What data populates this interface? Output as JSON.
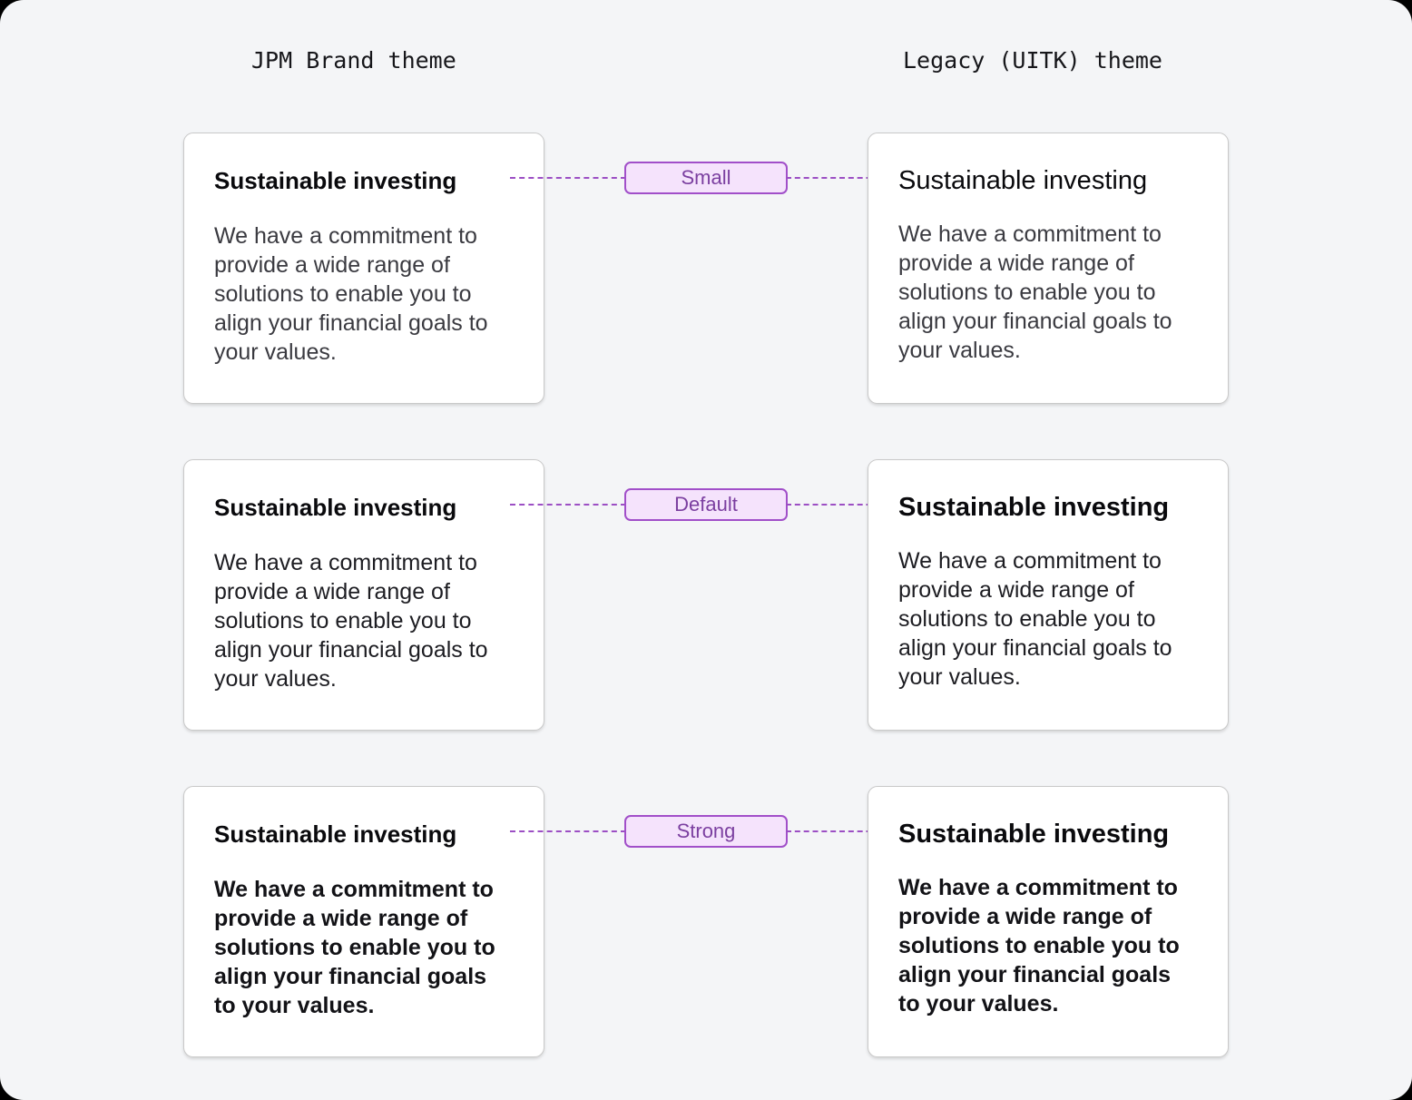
{
  "page": {
    "background_color": "#F4F5F7",
    "accent_color": "#A14FC9",
    "badge_fill_color": "#F5E3FC",
    "badge_text_color": "#7B3FA0",
    "connector_color": "#9C4FC4",
    "card_background_color": "#FFFFFF",
    "card_border_color": "#C9C9C9"
  },
  "headers": {
    "left": "JPM Brand theme",
    "right": "Legacy (UITK) theme"
  },
  "rows": [
    {
      "badge": "Small",
      "left_card": {
        "title": "Sustainable investing",
        "body": "We have a commitment to provide a wide range of solutions to enable you to align your financial goals to your values."
      },
      "right_card": {
        "title": "Sustainable investing",
        "body": "We have a commitment to provide a wide range of solutions to enable you to align your financial goals to your values."
      }
    },
    {
      "badge": "Default",
      "left_card": {
        "title": "Sustainable investing",
        "body": "We have a commitment to provide a wide range of solutions to enable you to align your financial goals to your values."
      },
      "right_card": {
        "title": "Sustainable investing",
        "body": "We have a commitment to provide a wide range of solutions to enable you to align your financial goals to your values."
      }
    },
    {
      "badge": "Strong",
      "left_card": {
        "title": "Sustainable investing",
        "body": "We have a commitment to provide a wide range of solutions to enable you to align your financial goals to your values."
      },
      "right_card": {
        "title": "Sustainable investing",
        "body": "We have a commitment to provide a wide range of solutions to enable you to align your financial goals to your values."
      }
    }
  ]
}
